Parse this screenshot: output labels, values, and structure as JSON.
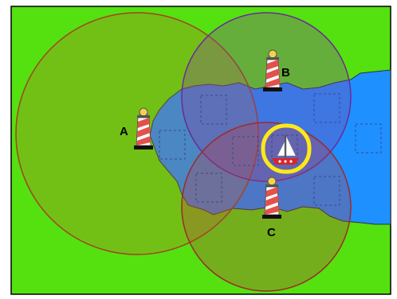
{
  "game": {
    "lighthouses": [
      {
        "id": "a",
        "label": "A",
        "range_color": "#b5501f"
      },
      {
        "id": "b",
        "label": "B",
        "range_color": "#7b2f9a"
      },
      {
        "id": "c",
        "label": "C",
        "range_color": "#c0392b"
      }
    ],
    "ship": {
      "name": "sailboat",
      "highlighted": true,
      "highlight_color": "#ffe81a"
    },
    "hidden_cells_count": 9
  },
  "colors": {
    "land": "#55e010",
    "water": "#1e90ff",
    "border": "#000000"
  },
  "icons": {
    "lighthouse": "lighthouse-icon",
    "ship": "sailboat-icon"
  }
}
